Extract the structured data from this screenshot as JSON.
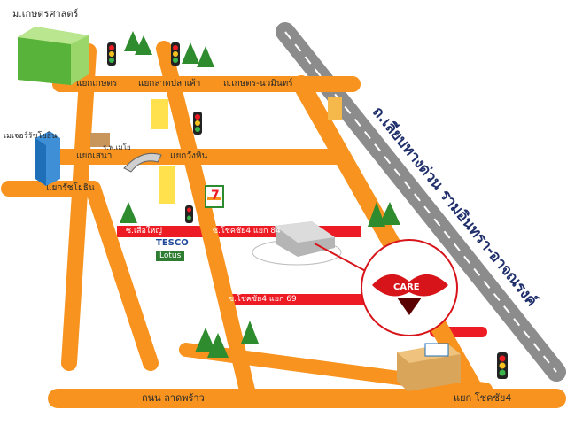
{
  "places": {
    "university": "ม.เกษตรศาสตร์",
    "hospital": "เมเจอร์รัชโยธิน",
    "small_hospital": "ร.พ.เมโย",
    "tesco_top": "TESCO",
    "tesco_bottom": "Lotus",
    "seven_eleven": "7",
    "brand_logo": "CARE"
  },
  "roads": {
    "kaset_nawamin": "ถ.เกษตร-นวมินทร์",
    "intersection_kaset": "แยกเกษตร",
    "intersection_ladplakao": "แยกลาดปลาเค้า",
    "intersection_sena": "แยกเสนา",
    "intersection_wanghin": "แยกวังหิน",
    "intersection_ratchayothin": "แยกรัชโยธิน",
    "soi_suea_yai": "ซ.เสือใหญ่",
    "soi_chokchai_84": "ซ.โชคชัย4 แยก 84",
    "soi_chokchai_69": "ซ.โชคชัย4 แยก 69",
    "lat_phrao": "ถนน ลาดพร้าว",
    "intersection_chokchai4": "แยก โชคชัย4",
    "expressway": "ถ.เลียบทางด่วน รามอินทรา-อาจณรงค์"
  },
  "colors": {
    "road": "#f7931e",
    "road_edge": "#e07d10",
    "soi": "#ed1c24",
    "expressway": "#8c8c8c",
    "expressway_line": "#ffffff",
    "tree": "#2e8b2e",
    "logo_red": "#d7141a"
  }
}
